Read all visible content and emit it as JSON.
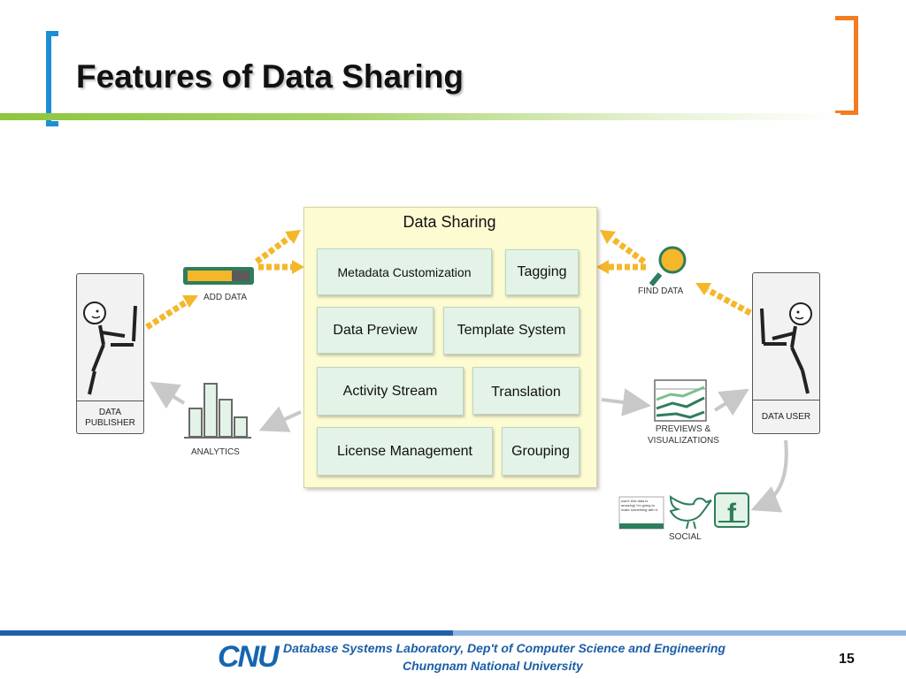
{
  "slide": {
    "title": "Features of Data Sharing",
    "page_number": "15"
  },
  "panel": {
    "title": "Data Sharing",
    "features": [
      "Metadata Customization",
      "Tagging",
      "Data Preview",
      "Template System",
      "Activity Stream",
      "Translation",
      "License Management",
      "Grouping"
    ]
  },
  "diagram": {
    "publisher_label_line1": "DATA",
    "publisher_label_line2": "PUBLISHER",
    "user_label": "DATA USER",
    "add_data": "ADD DATA",
    "analytics": "ANALYTICS",
    "find_data": "FIND DATA",
    "previews_line1": "PREVIEWS &",
    "previews_line2": "VISUALIZATIONS",
    "social": "SOCIAL",
    "tweet_text": "user1 this data is amazing! I'm going to make something with it."
  },
  "footer": {
    "logo": "CNU",
    "line1": "Database Systems Laboratory, Dep't of Computer Science and Engineering",
    "line2": "Chungnam National University"
  },
  "colors": {
    "accent_blue": "#1e8fd6",
    "accent_orange": "#f47c20",
    "arrow_yellow": "#f5b72a",
    "rule_green": "#8dc63f",
    "feature_green": "#e3f3e7",
    "panel_yellow": "#fdfbd2"
  }
}
